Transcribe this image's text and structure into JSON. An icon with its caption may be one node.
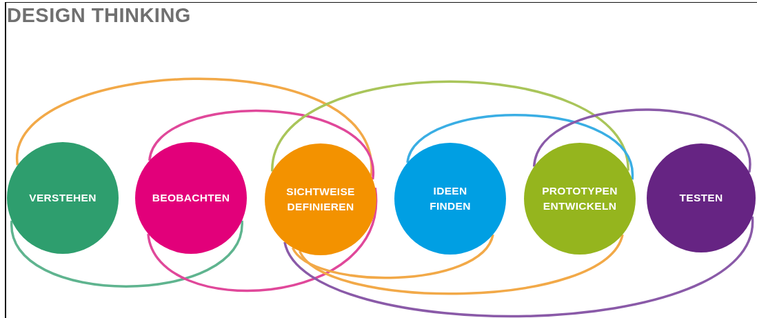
{
  "diagram": {
    "title": "DESIGN THINKING",
    "nodes": [
      {
        "text": [
          "VERSTEHEN"
        ]
      },
      {
        "text": [
          "BEOBACHTEN"
        ]
      },
      {
        "text": [
          "SICHTWEISE DEFINIEREN"
        ]
      },
      {
        "text": [
          "IDEEN FINDEN"
        ]
      },
      {
        "text": [
          "PROTOTYPEN ENTWICKELN"
        ]
      },
      {
        "text": [
          "TESTEN"
        ]
      }
    ],
    "edges": [
      {
        "from": 0,
        "to": 2,
        "arrow": "none",
        "color": "#f2a948"
      },
      {
        "from": 0,
        "to": 1,
        "arrow": "none",
        "color": "#5fb48f"
      },
      {
        "from": 1,
        "to": 2,
        "arrow": "none",
        "color": "#e0489a"
      },
      {
        "from": 1,
        "to": 2,
        "arrow": "none",
        "color": "#e0489a"
      },
      {
        "from": 2,
        "to": 4,
        "arrow": "none",
        "color": "#a9c55a"
      },
      {
        "from": 3,
        "to": 4,
        "arrow": "none",
        "color": "#3aaee4"
      },
      {
        "from": 4,
        "to": 5,
        "arrow": "none",
        "color": "#8a5aa8"
      },
      {
        "from": 2,
        "to": 3,
        "arrow": "none",
        "color": "#f2a948"
      },
      {
        "from": 2,
        "to": 4,
        "arrow": "none",
        "color": "#f2a948"
      },
      {
        "from": 2,
        "to": 5,
        "arrow": "none",
        "color": "#8a5aa8"
      }
    ]
  }
}
